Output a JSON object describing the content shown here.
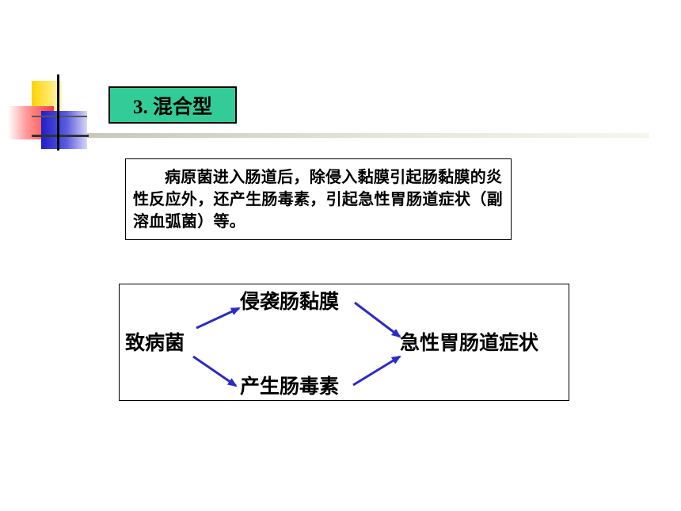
{
  "slide": {
    "title": "3. 混合型",
    "description": "病原菌进入肠道后，除侵入黏膜引起肠黏膜的炎性反应外，还产生肠毒素，引起急性胃肠道症状（副溶血弧菌）等。"
  },
  "diagram": {
    "source": "致病菌",
    "invade": "侵袭肠黏膜",
    "toxin": "产生肠毒素",
    "result": "急性胃肠道症状",
    "arrow_color": "#2b2bc8"
  },
  "colors": {
    "title_bg": "#33cc99",
    "deco_yellow": "#ffd400",
    "deco_blue": "#2020c8",
    "deco_red": "#ff3a3a"
  }
}
